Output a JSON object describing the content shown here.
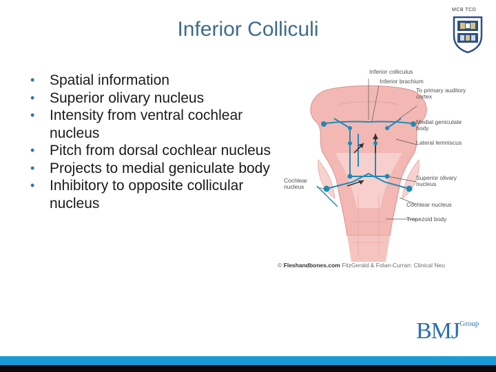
{
  "slide": {
    "title": "Inferior Colliculi",
    "corner_label": "MCB TCD",
    "bullets": [
      "Spatial information",
      "Superior olivary nucleus",
      "Intensity from ventral cochlear nucleus",
      "Pitch from dorsal cochlear nucleus",
      "Projects to medial geniculate body",
      "Inhibitory to opposite collicular nucleus"
    ]
  },
  "figure": {
    "labels": {
      "inferior_colliculus": "Inferior colliculus",
      "inferior_brachium": "Inferior brachium",
      "to_primary": "To primary auditory cortex",
      "medial_geniculate": "Medial geniculate body",
      "lateral_lemniscus": "Lateral lemniscus",
      "superior_olivary": "Superior olivary nucleus",
      "cochlear_nucleus_left": "Cochlear nucleus",
      "cochlear_nucleus_right": "Cochlear nucleus",
      "trapezoid": "Trapezoid body"
    },
    "credit_site": "Fleshandbones.com",
    "credit_text": "FitzGerald & Folan-Curran: Clinical Neu"
  },
  "logo": {
    "main": "BMJ",
    "sub": "Group"
  },
  "colors": {
    "title": "#3f6b8c",
    "bullet": "#2e78a8",
    "brand": "#2a6fb0",
    "footer": "#1b9bd6",
    "pathway": "#1f8bb5",
    "tissue": "#f3b8b4"
  }
}
